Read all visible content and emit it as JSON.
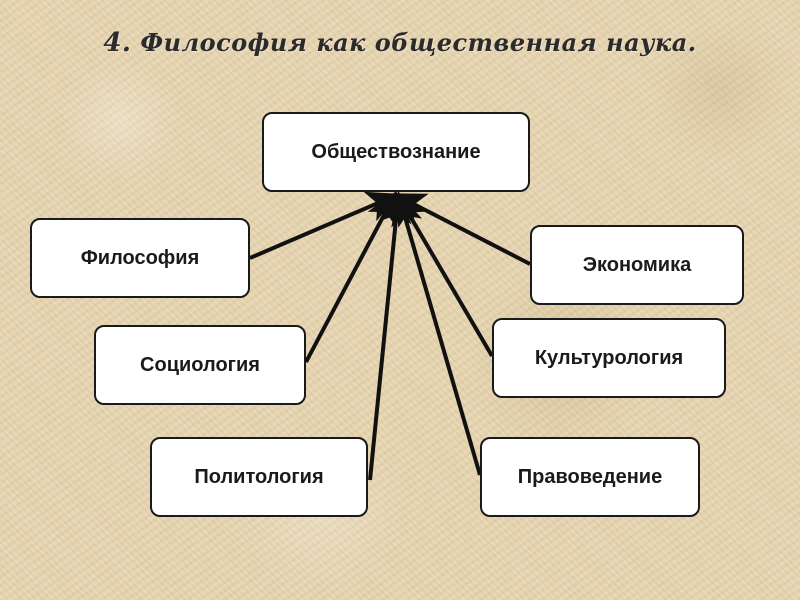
{
  "title": {
    "number": "4.",
    "text": "Философия как общественная  наука."
  },
  "center_node": {
    "label": "Обществознание"
  },
  "nodes": [
    {
      "id": "philosophy",
      "label": "Философия"
    },
    {
      "id": "sociology",
      "label": "Социология"
    },
    {
      "id": "politology",
      "label": "Политология"
    },
    {
      "id": "economics",
      "label": "Экономика"
    },
    {
      "id": "culturology",
      "label": "Культурология"
    },
    {
      "id": "law",
      "label": "Правоведение"
    }
  ],
  "edges": [
    {
      "from": "philosophy",
      "to": "center"
    },
    {
      "from": "sociology",
      "to": "center"
    },
    {
      "from": "politology",
      "to": "center"
    },
    {
      "from": "economics",
      "to": "center"
    },
    {
      "from": "culturology",
      "to": "center"
    },
    {
      "from": "law",
      "to": "center"
    }
  ]
}
